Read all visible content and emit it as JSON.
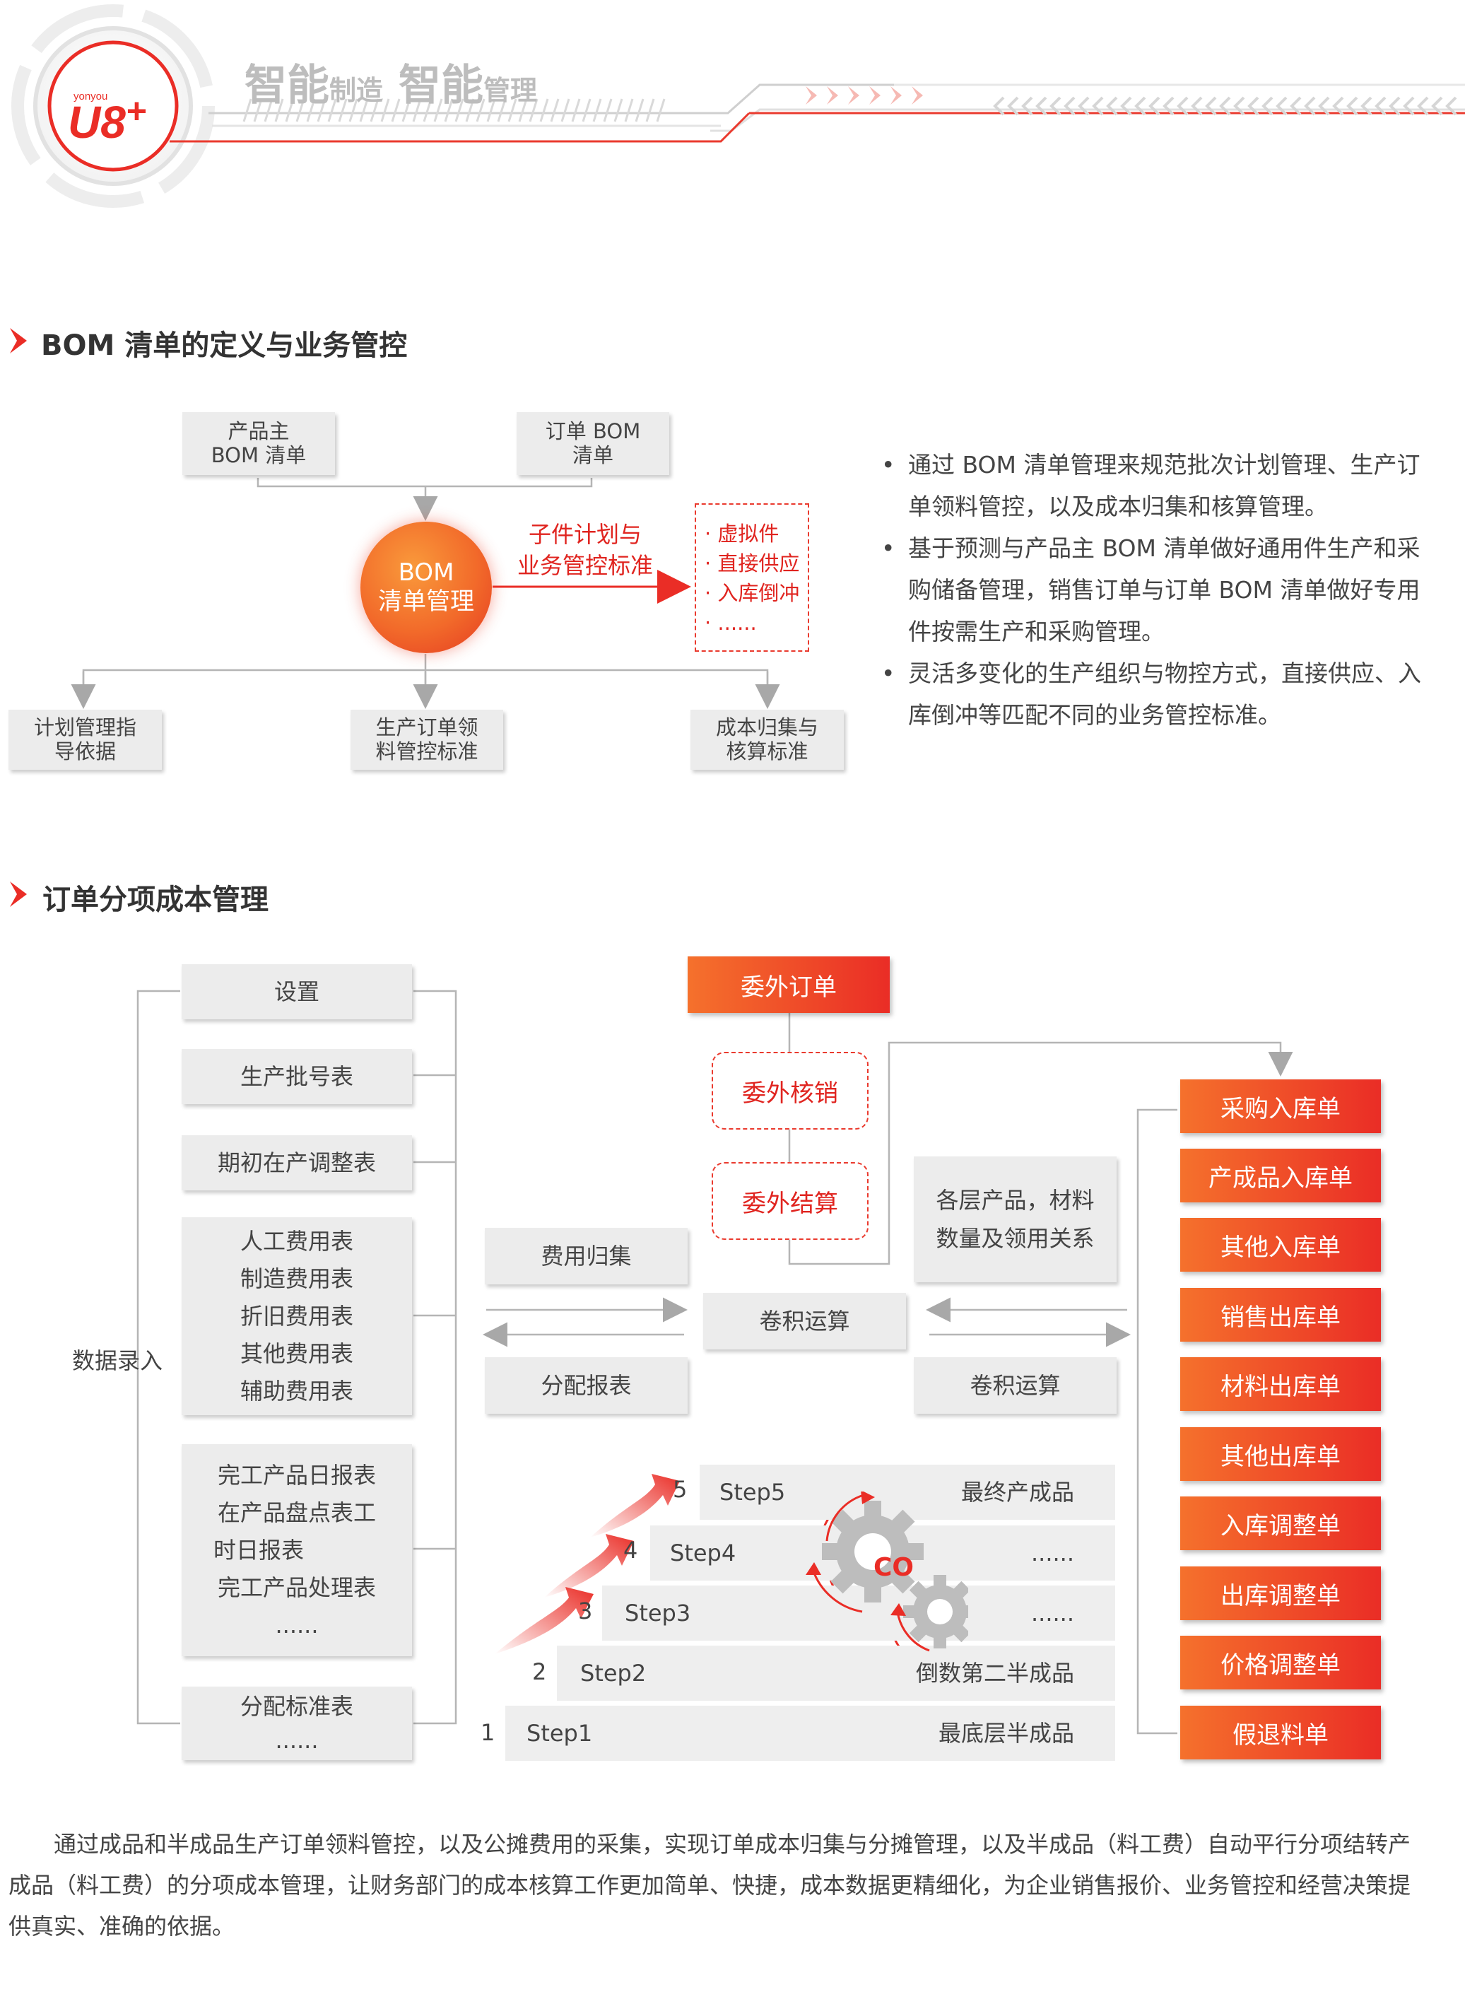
{
  "header": {
    "logo_small": "yonyou",
    "logo_main": "U8",
    "logo_plus": "+",
    "slogan_1": "智能",
    "slogan_2": "制造",
    "slogan_3": "智能",
    "slogan_4": "管理"
  },
  "section1": {
    "title": "BOM 清单的定义与业务管控",
    "top_left_box": [
      "产品主",
      "BOM 清单"
    ],
    "top_right_box": [
      "订单 BOM",
      "清单"
    ],
    "center": [
      "BOM",
      "清单管理"
    ],
    "arrow_label": [
      "子件计划与",
      "业务管控标准"
    ],
    "dashed_list": [
      "· 虚拟件",
      "· 直接供应",
      "· 入库倒冲",
      "· ......"
    ],
    "bottom_boxes": [
      [
        "计划管理指",
        "导依据"
      ],
      [
        "生产订单领",
        "料管控标准"
      ],
      [
        "成本归集与",
        "核算标准"
      ]
    ],
    "bullets": [
      "通过 BOM 清单管理来规范批次计划管理、生产订单领料管控，以及成本归集和核算管理。",
      "基于预测与产品主 BOM 清单做好通用件生产和采购储备管理，销售订单与订单 BOM 清单做好专用件按需生产和采购管理。",
      "灵活多变化的生产组织与物控方式，直接供应、入库倒冲等匹配不同的业务管控标准。"
    ]
  },
  "section2": {
    "title": "订单分项成本管理",
    "data_entry_label": "数据录入",
    "left_boxes": [
      [
        "设置"
      ],
      [
        "生产批号表"
      ],
      [
        "期初在产调整表"
      ],
      [
        "人工费用表",
        "制造费用表",
        "折旧费用表",
        "其他费用表",
        "辅助费用表"
      ],
      [
        "完工产品日报表",
        "在产品盘点表工",
        "时日报表",
        "完工产品处理表",
        "......"
      ],
      [
        "分配标准表",
        "......"
      ]
    ],
    "outsource_order": "委外订单",
    "outsource_verify": "委外核销",
    "outsource_settle": "委外结算",
    "cost_collect": "费用归集",
    "alloc_report": "分配报表",
    "rollup_center": "卷积运算",
    "rollup_right": "卷积运算",
    "level_relation": [
      "各层产品，材料",
      "数量及领用关系"
    ],
    "steps": [
      {
        "num": "1",
        "label": "Step1",
        "value": "最底层半成品"
      },
      {
        "num": "2",
        "label": "Step2",
        "value": "倒数第二半成品"
      },
      {
        "num": "3",
        "label": "Step3",
        "value": "......"
      },
      {
        "num": "4",
        "label": "Step4",
        "value": "......"
      },
      {
        "num": "5",
        "label": "Step5",
        "value": "最终产成品"
      }
    ],
    "gear_label": "CO",
    "right_docs": [
      "采购入库单",
      "产成品入库单",
      "其他入库单",
      "销售出库单",
      "材料出库单",
      "其他出库单",
      "入库调整单",
      "出库调整单",
      "价格调整单",
      "假退料单"
    ]
  },
  "footer_text": "通过成品和半成品生产订单领料管控，以及公摊费用的采集，实现订单成本归集与分摊管理，以及半成品（料工费）自动平行分项结转产成品（料工费）的分项成本管理，让财务部门的成本核算工作更加简单、快捷，成本数据更精细化，为企业销售报价、业务管控和经营决策提供真实、准确的依据。",
  "colors": {
    "accent_red": "#ea2d26",
    "accent_orange": "#f5712c",
    "box_gray": "#ececec",
    "text_dark": "#333333"
  }
}
